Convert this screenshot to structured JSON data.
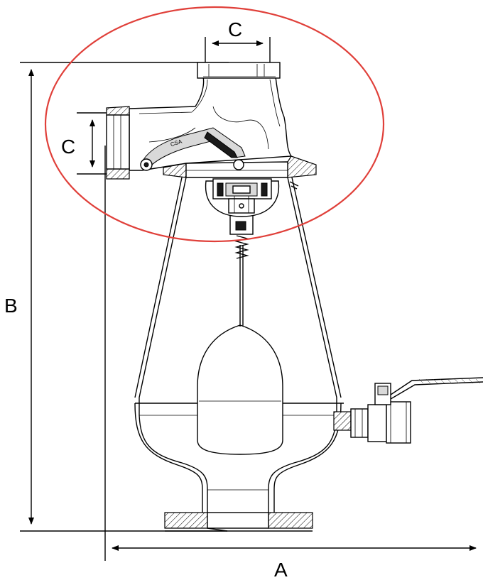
{
  "labels": {
    "dimension_a": "A",
    "dimension_b": "B",
    "dimension_c_top": "C",
    "dimension_c_side": "C",
    "brand_mark": "CSA"
  },
  "colors": {
    "highlight_ellipse": "#e0403a",
    "line": "#000000",
    "background": "#ffffff"
  }
}
